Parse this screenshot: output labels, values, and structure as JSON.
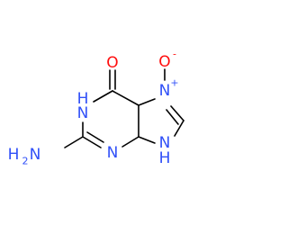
{
  "molecule": {
    "atoms": {
      "o_carbonyl": {
        "element": "O",
        "color": "#ff0d0d"
      },
      "nh_ring": {
        "element": "H",
        "color": "#3050f8"
      },
      "n1": {
        "element": "N",
        "color": "#3050f8"
      },
      "nh2": {
        "element": "NH2",
        "color": "#3050f8"
      },
      "n_plus": {
        "element": "N",
        "color": "#3050f8"
      },
      "o_minus": {
        "element": "O",
        "color": "#ff0d0d"
      },
      "nh_bottom": {
        "element": "N",
        "color": "#3050f8"
      },
      "h_bottom": {
        "element": "H",
        "color": "#3050f8"
      }
    },
    "labels": {
      "o_carbonyl": "O",
      "nh_ring_n": "N",
      "nh_ring_h": "H",
      "n1": "N",
      "nh2_h": "H",
      "nh2_n": "N",
      "nh2_sub": "2",
      "n_plus": "N",
      "plus": "+",
      "o_minus": "O",
      "minus": "-",
      "n9": "N",
      "n9_h": "H"
    }
  }
}
